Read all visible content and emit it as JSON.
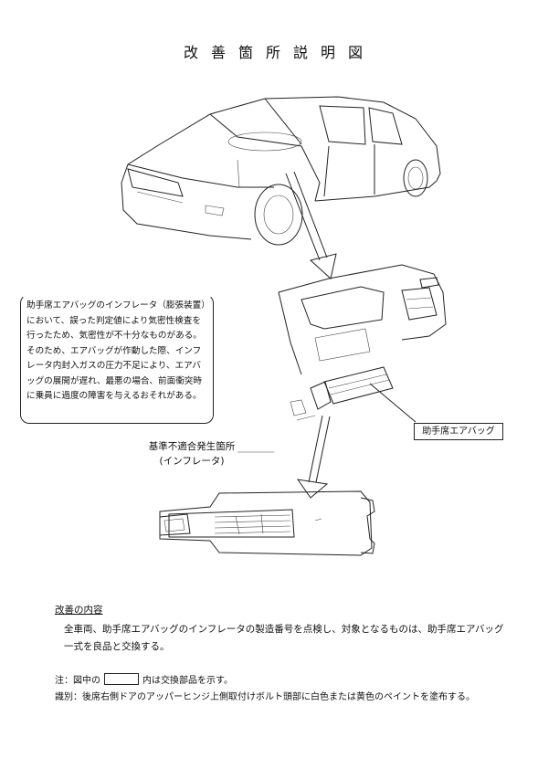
{
  "title": "改善箇所説明図",
  "description": "助手席エアバッグのインフレータ（膨張装置）において、誤った判定値により気密性検査を行ったため、気密性が不十分なものがある。そのため、エアバッグが作動した際、インフレータ内封入ガスの圧力不足により、エアバッグの展開が遅れ、最悪の場合、前面衝突時に乗員に過度の障害を与えるおそれがある。",
  "labels": {
    "airbag": "助手席エアバッグ",
    "nonconformity": "基準不適合発生箇所",
    "nonconformity_sub": "(インフレータ)"
  },
  "improvement": {
    "heading": "改善の内容",
    "body": "全車両、助手席エアバッグのインフレータの製造番号を点検し、対象となるものは、助手席エアバッグ一式を良品と交換する。"
  },
  "note": {
    "prefix": "注：図中の",
    "suffix": "内は交換部品を示す。"
  },
  "identification": "識別：後席右側ドアのアッパーヒンジ上側取付けボルト頭部に白色または黄色のペイントを塗布する。"
}
